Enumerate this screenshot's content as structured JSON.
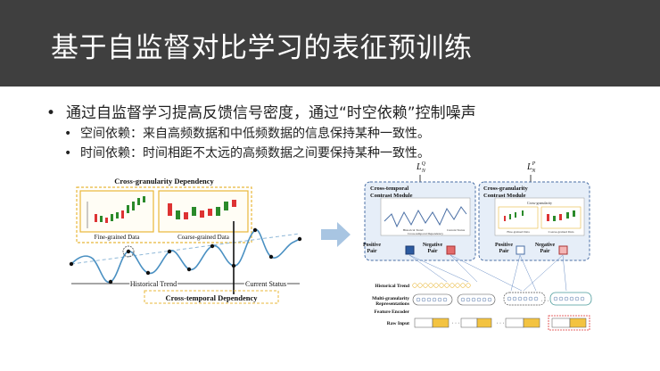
{
  "slide": {
    "title": "基于自监督对比学习的表征预训练",
    "bullets": [
      {
        "text": "通过自监督学习提高反馈信号密度，通过“时空依赖”控制噪声",
        "children": [
          "空间依赖：来自高频数据和中低频数据的信息保持某种一致性。",
          "时间依赖：时间相距不太远的高频数据之间要保持某种一致性。"
        ]
      }
    ]
  },
  "left_figure": {
    "cross_granularity": "Cross-granularity Dependency",
    "fine_grained": "Fine-grained Data",
    "coarse_grained": "Coarse-grained Data",
    "historical_trend": "Historical Trend",
    "current_status": "Current Status",
    "cross_temporal": "Cross-temporal Dependency"
  },
  "right_figure": {
    "loss_q": "L",
    "loss_q_sup": "Q",
    "loss_q_sub": "N",
    "loss_p": "L",
    "loss_p_sup": "P",
    "loss_p_sub": "N",
    "module_left": [
      "Cross-temporal",
      "Contrast Module"
    ],
    "module_right": [
      "Cross-granularity",
      "Contrast Module"
    ],
    "inner_right_title": "Cross-granularity",
    "inner_left_caption_a": "Historical Trend",
    "inner_left_caption_b": "Current Status",
    "inner_left_caption_c": "Cross-temporal Dependency",
    "inner_right_caption_a": "Fine-grained Data",
    "inner_right_caption_b": "Coarse-grained Data",
    "positive_pair": [
      "Positive",
      "Pair"
    ],
    "negative_pair": [
      "Negative",
      "Pair"
    ],
    "historical_trend": "Historical Trend",
    "multi_granularity": [
      "Multi-granularity",
      "Representations"
    ],
    "feature_encoder": "Feature Encoder",
    "raw_input": "Raw Input",
    "ellipsis": "· · ·"
  }
}
